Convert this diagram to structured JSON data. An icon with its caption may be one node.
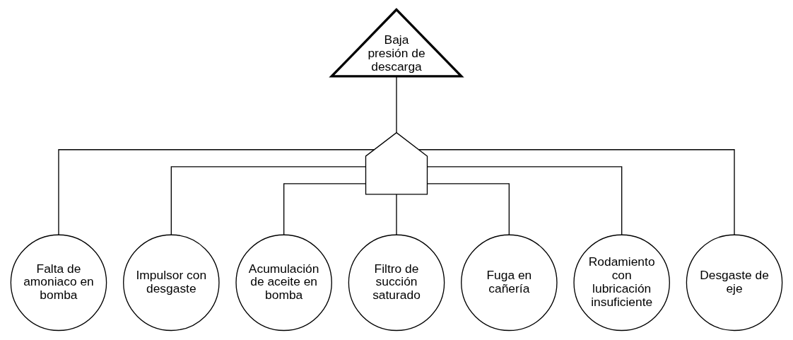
{
  "diagram": {
    "nodes": [
      {
        "text": [
          "Baja presión de descarga"
        ]
      },
      {
        "text": [],
        "shape": "gate"
      },
      {
        "text": [
          "Falta de amoniaco en bomba"
        ]
      },
      {
        "text": [
          "Impulsor con desgaste"
        ]
      },
      {
        "text": [
          "Acumulación de aceite en bomba"
        ]
      },
      {
        "text": [
          "Filtro de succión saturado"
        ]
      },
      {
        "text": [
          "Fuga en cañería"
        ]
      },
      {
        "text": [
          "Rodamiento con lubricación insuficiente"
        ]
      },
      {
        "text": [
          "Desgaste de eje"
        ]
      }
    ],
    "edges": [
      {
        "from": 0,
        "to": 1,
        "arrow": "none"
      },
      {
        "from": 1,
        "to": 2,
        "arrow": "none"
      },
      {
        "from": 1,
        "to": 3,
        "arrow": "none"
      },
      {
        "from": 1,
        "to": 4,
        "arrow": "none"
      },
      {
        "from": 1,
        "to": 5,
        "arrow": "none"
      },
      {
        "from": 1,
        "to": 6,
        "arrow": "none"
      },
      {
        "from": 1,
        "to": 7,
        "arrow": "none"
      },
      {
        "from": 1,
        "to": 8,
        "arrow": "none"
      }
    ]
  }
}
